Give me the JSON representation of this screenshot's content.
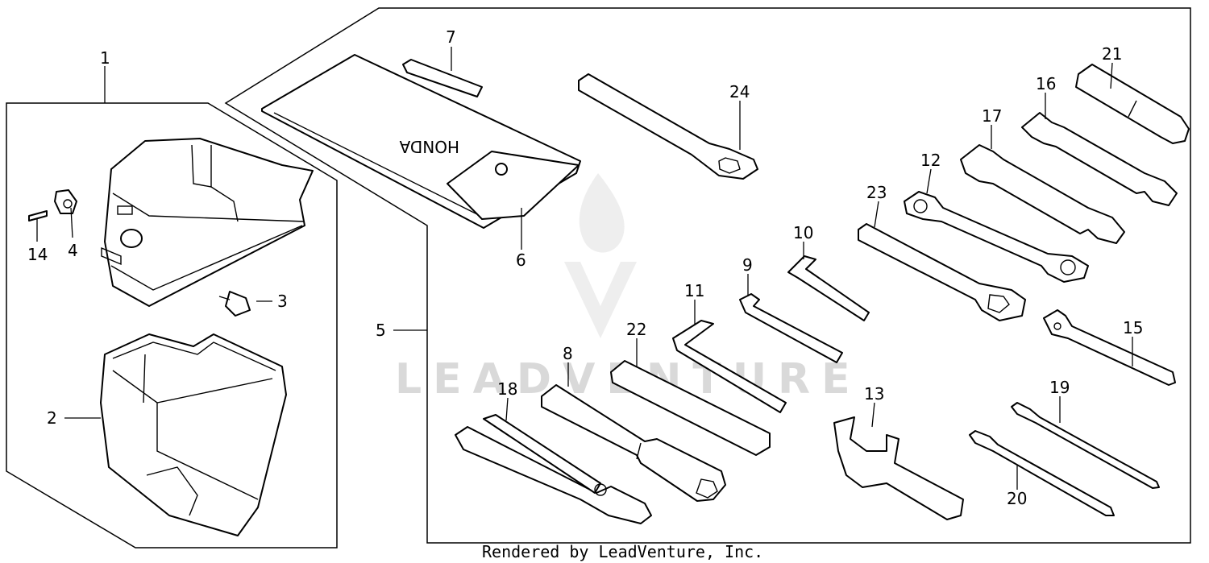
{
  "diagram": {
    "callouts": [
      "1",
      "2",
      "3",
      "4",
      "5",
      "6",
      "7",
      "8",
      "9",
      "10",
      "11",
      "12",
      "13",
      "14",
      "15",
      "16",
      "17",
      "18",
      "19",
      "20",
      "21",
      "22",
      "23",
      "24"
    ],
    "watermark": "LEADVENTURE",
    "credit": "Rendered by LeadVenture, Inc.",
    "pouch_brand": "HONDA"
  }
}
